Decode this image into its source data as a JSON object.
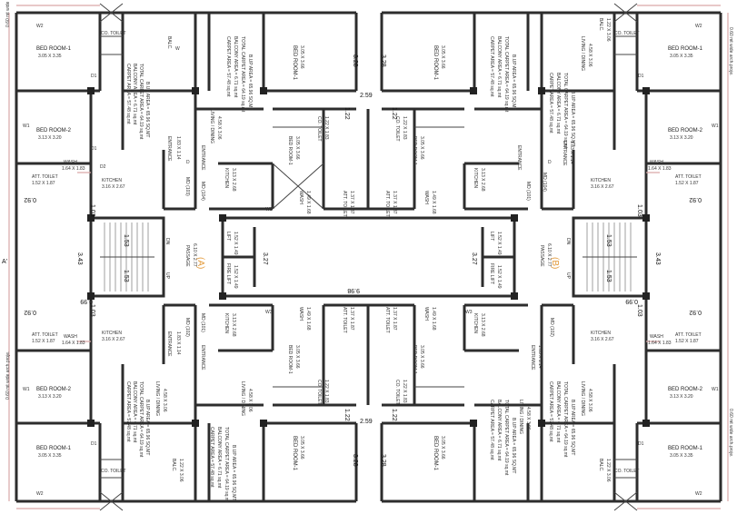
{
  "flat_a": "(A)",
  "flat_b": "(B)",
  "section_mark": "A'",
  "labels": {
    "bed1": "BED ROOM-1",
    "bed1_size": "3.05 X 3.35",
    "bed1b_size": "3.05 X 3.66",
    "bed2": "BED ROOM-2",
    "bed2_size": "3.13 X 3.20",
    "co_toilet": "CO. TOILET",
    "co_toilet_size": "1.22 X 1.83",
    "att_toilet": "ATT. TOILET",
    "att_toilet_size": "1.52 X 1.87",
    "att_toilet2_size": "1.37 X 1.87",
    "wash": "WASH",
    "wash_size": "1.64 X 1.83",
    "wash2_size": "1.49 X 1.68",
    "kitchen": "KITCHEN",
    "kitchen_size": "3.16 X 2.67",
    "kitchen2_size": "3.13 X 2.68",
    "living": "LIVING / DINING",
    "living_size": "4.58 X 3.06",
    "entrance": "ENTRANCE",
    "entrance_size": "1.83 X 1.14",
    "balc": "BALC.",
    "balc_size": "1.22 X 3.06",
    "carpet": "CARPET AREA = 57.48 sq.mt",
    "balcony": "BALCONY AREA = 6.71 sq.mt",
    "total_carpet": "TOTAL CARPET AREA = 64.19 sq.mt",
    "builtup": "B.UP AREA = 65.96 SQ.MT",
    "passage": "PASSAGE",
    "passage_size": "6.10 X 2.77",
    "lift": "LIFT",
    "lift_size": "1.52 X 1.49",
    "fire_lift": "FIRE LIFT",
    "dn": "DN",
    "up": "UP",
    "md101": "MD (101)",
    "md102": "MD (102)",
    "md103": "MD (103)",
    "md104": "MD (104)",
    "projection": "0.60 mt wide arch.proje."
  },
  "doors": {
    "d": "D",
    "d1": "D1",
    "d2": "D2",
    "w": "W",
    "w1": "W1",
    "w2": "W2",
    "w3": "W3"
  },
  "dims": {
    "d328": "3.28",
    "d259": "2.59",
    "d122": "1.22",
    "d327": "3.27",
    "d343": "3.43",
    "d153": "1.53",
    "d103": "1.03",
    "d092": "0.92",
    "d998": "9.98",
    "d099": "0.99"
  }
}
